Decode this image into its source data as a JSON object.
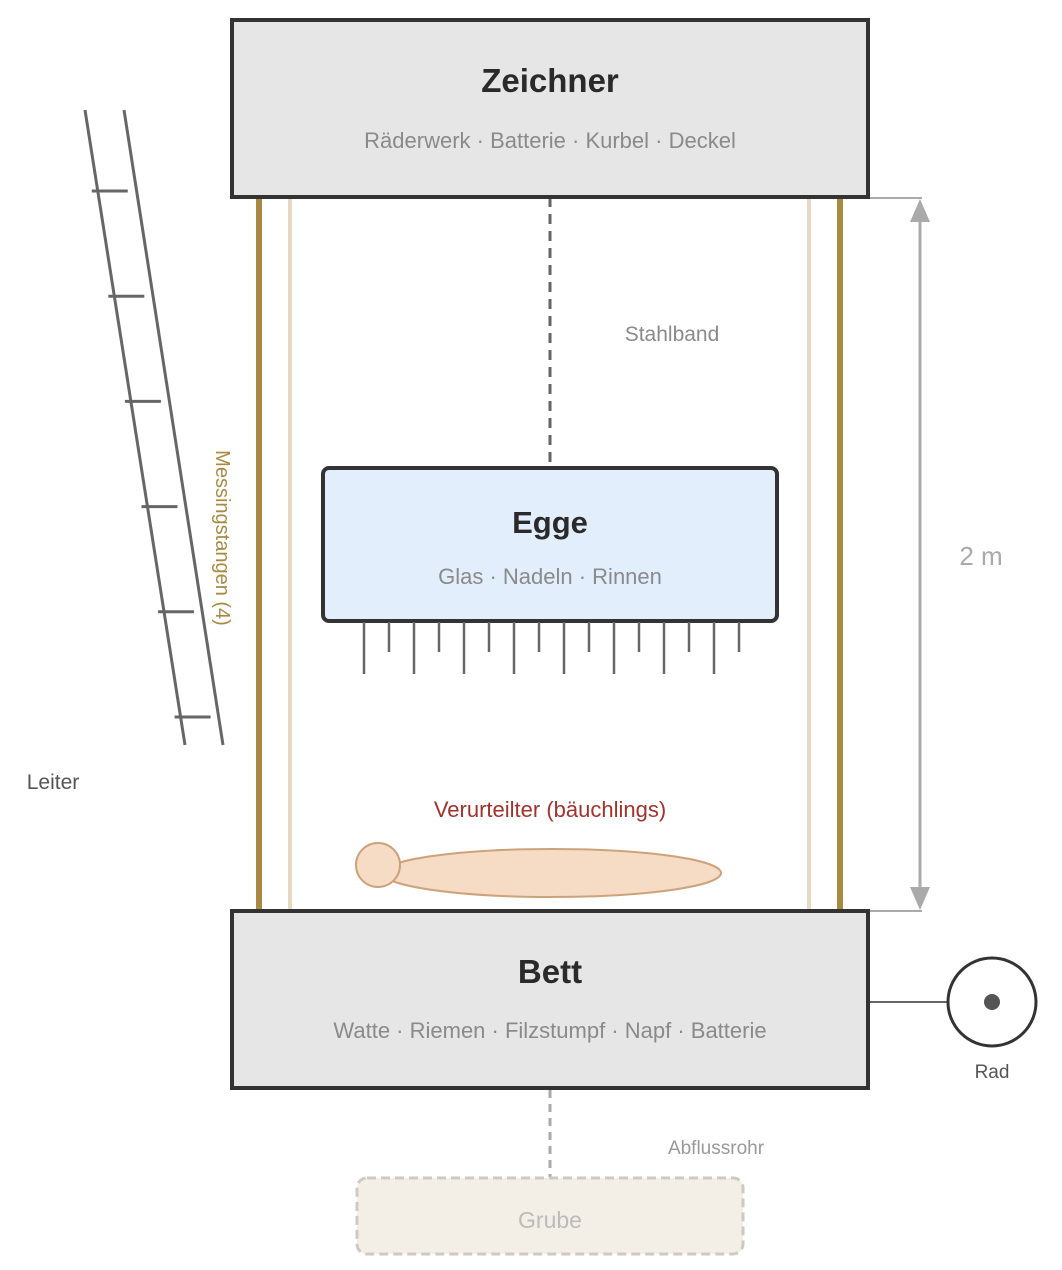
{
  "colors": {
    "frame_box_fill": "#e6e6e6",
    "box_stroke": "#333333",
    "harrow_fill": "#e2eefc",
    "brass_rod": "#a98a42",
    "inner_rod": "#e7d9c4",
    "ladder": "#666666",
    "needle": "#666666",
    "dimension": "#aaaaaa",
    "convict_fill": "#f6dcc4",
    "convict_stroke": "#cda27b",
    "convict_text": "#a3322c",
    "pit_fill": "#f3efe6",
    "pit_stroke": "#cfcac1",
    "muted_text": "#8a8a8a",
    "light_text": "#bbbbbb"
  },
  "zeichner": {
    "title": "Zeichner",
    "parts": "Räderwerk · Batterie · Kurbel · Deckel"
  },
  "stahlband": {
    "label": "Stahlband"
  },
  "egge": {
    "title": "Egge",
    "parts": "Glas · Nadeln · Rinnen",
    "needle_count": 16
  },
  "messingstangen": {
    "label": "Messingstangen (4)"
  },
  "leiter": {
    "label": "Leiter",
    "rung_count": 6
  },
  "dimension": {
    "label": "2 m"
  },
  "convict": {
    "label": "Verurteilter (bäuchlings)"
  },
  "bett": {
    "title": "Bett",
    "parts": "Watte · Riemen · Filzstumpf · Napf · Batterie"
  },
  "rad": {
    "label": "Rad"
  },
  "abflussrohr": {
    "label": "Abflussrohr"
  },
  "grube": {
    "label": "Grube"
  }
}
